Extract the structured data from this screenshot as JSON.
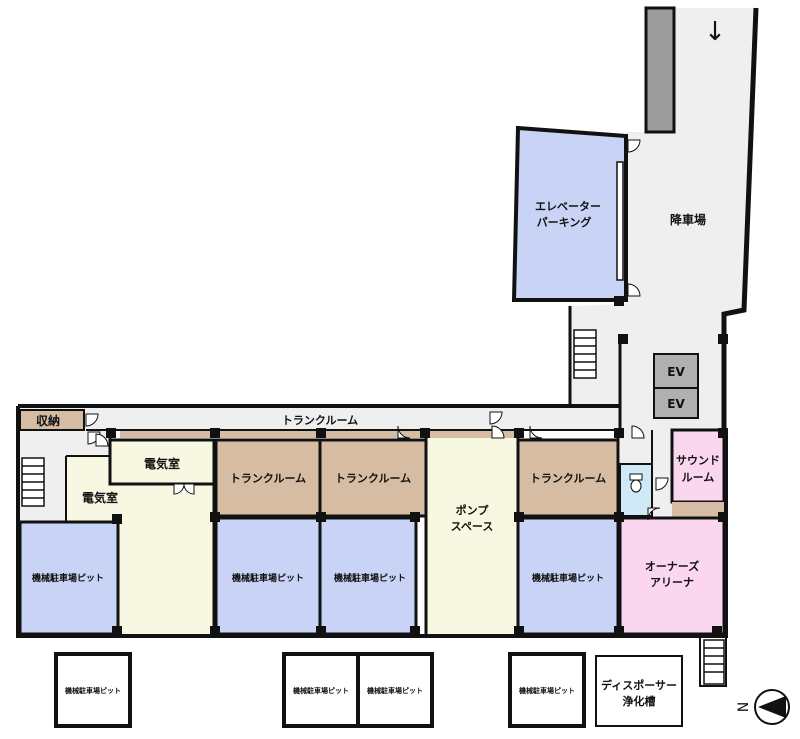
{
  "colors": {
    "wall": "#111111",
    "corridor": "#efefef",
    "parking": "#c8d3f5",
    "trunk": "#d6bca3",
    "pump": "#f8f8e2",
    "sound": "#fbd7ef",
    "wc": "#cfeaf6",
    "gray_block": "#9c9c9c",
    "ev": "#b0b0b0",
    "white": "#ffffff"
  },
  "rooms": {
    "elevator_parking": [
      "エレベーター",
      "パーキング"
    ],
    "descent_area": "降車場",
    "ev_1": "EV",
    "ev_2": "EV",
    "storage": "収納",
    "trunk_corridor": "トランクルーム",
    "electrical_small": "電気室",
    "electrical_large": "電気室",
    "trunk_1": "トランクルーム",
    "trunk_2": "トランクルーム",
    "trunk_3": "トランクルーム",
    "pump_space": [
      "ポンプ",
      "スペース"
    ],
    "sound_room": [
      "サウンド",
      "ルーム"
    ],
    "owners_arena": [
      "オーナーズ",
      "アリーナ"
    ],
    "pit_1": "機械駐車場ピット",
    "pit_2": "機械駐車場ピット",
    "pit_3": "機械駐車場ピット",
    "pit_4": "機械駐車場ピット",
    "pit_ext_1": "機械駐車場ピット",
    "pit_ext_2": "機械駐車場ピット",
    "pit_ext_3": "機械駐車場ピット",
    "pit_ext_4": "機械駐車場ピット",
    "disposer": [
      "ディスポーサー",
      "浄化槽"
    ]
  },
  "compass": "N",
  "entry_arrow": "↓"
}
